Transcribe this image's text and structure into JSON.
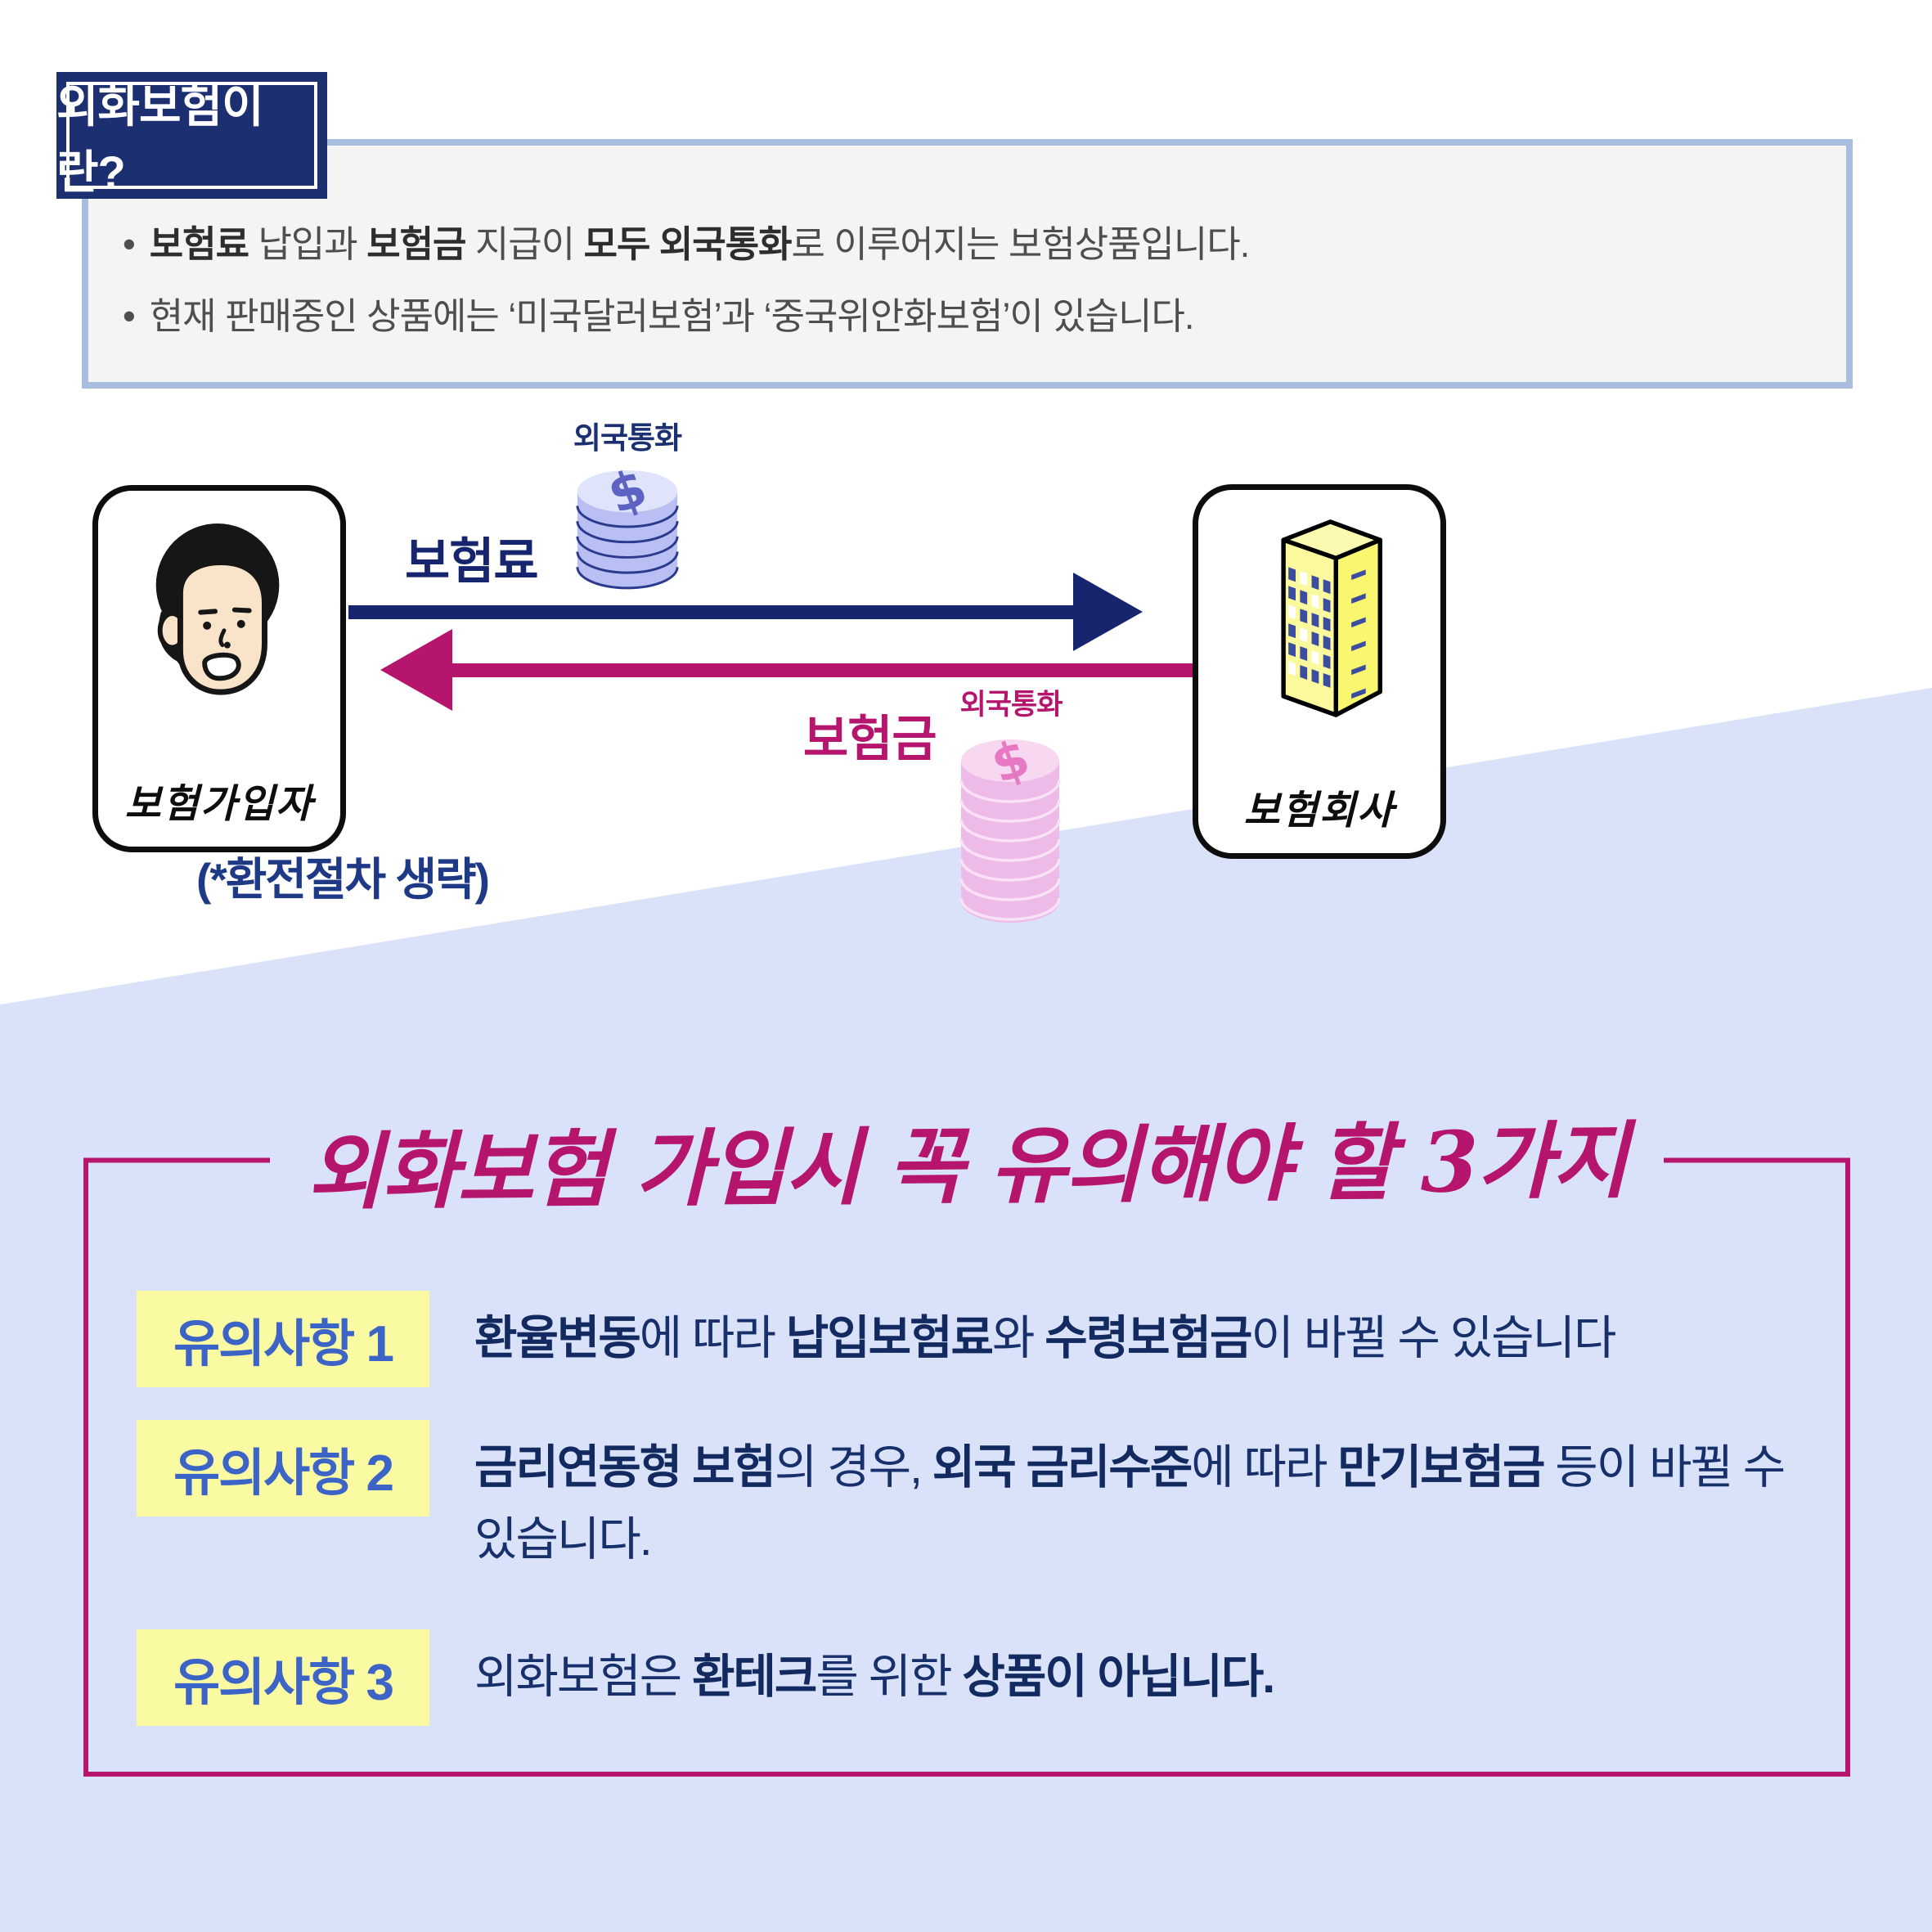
{
  "header": {
    "title": "외화보험이란?"
  },
  "intro": {
    "bullets": [
      {
        "segments": [
          {
            "t": "보험료",
            "b": true
          },
          {
            "t": " 납입과 ",
            "b": false
          },
          {
            "t": "보험금",
            "b": true
          },
          {
            "t": " 지급이 ",
            "b": false
          },
          {
            "t": "모두 외국통화",
            "b": true
          },
          {
            "t": "로 이루어지는 보험상품입니다.",
            "b": false
          }
        ]
      },
      {
        "segments": [
          {
            "t": "현재 판매중인 상품에는 ‘미국달러보험’과 ‘중국위안화보험’이 있습니다.",
            "b": false
          }
        ]
      }
    ]
  },
  "diagram": {
    "subscriber_label": "보험가입자",
    "company_label": "보험회사",
    "premium": {
      "label": "보험료",
      "currency_label": "외국통화",
      "coin_symbol": "$"
    },
    "benefit": {
      "label": "보험금",
      "currency_label": "외국통화",
      "coin_symbol": "$"
    },
    "footnote": "(*환전절차 생략)"
  },
  "notice": {
    "title": "외화보험 가입시 꼭 유의해야 할 3가지",
    "items": [
      {
        "badge": "유의사항 1",
        "segments": [
          {
            "t": "환율변동",
            "b": true
          },
          {
            "t": "에 따라 ",
            "b": false
          },
          {
            "t": "납입보험료",
            "b": true
          },
          {
            "t": "와 ",
            "b": false
          },
          {
            "t": "수령보험금",
            "b": true
          },
          {
            "t": "이 바뀔 수 있습니다",
            "b": false
          }
        ]
      },
      {
        "badge": "유의사항 2",
        "segments": [
          {
            "t": "금리연동형 보험",
            "b": true
          },
          {
            "t": "의 경우, ",
            "b": false
          },
          {
            "t": "외국 금리수준",
            "b": true
          },
          {
            "t": "에 따라 ",
            "b": false
          },
          {
            "t": "만기보험금",
            "b": true
          },
          {
            "t": " 등이 바뀔 수 있습니다.",
            "b": false
          }
        ]
      },
      {
        "badge": "유의사항 3",
        "segments": [
          {
            "t": "외화보험은 ",
            "b": false
          },
          {
            "t": "환테크",
            "b": true
          },
          {
            "t": "를 위한 ",
            "b": false
          },
          {
            "t": "상품이 아닙니다.",
            "b": true
          }
        ]
      }
    ]
  },
  "colors": {
    "navy": "#1c2f70",
    "arrow_navy": "#16256d",
    "magenta": "#b5156d",
    "badge_blue": "#3c63c6",
    "badge_yellow": "#fafaa3",
    "lower_background": "#d9e2f9",
    "intro_box_border": "#a9bdde",
    "intro_box_bg": "#f4f4f4",
    "building_yellow": "#fbf99d",
    "coin_blue": "#b9bff2",
    "coin_pink": "#eebbe8"
  }
}
